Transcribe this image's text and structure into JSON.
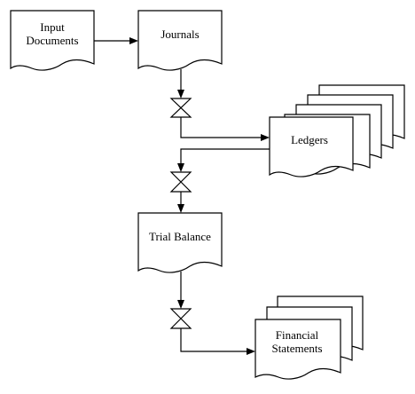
{
  "diagram": {
    "nodes": {
      "input_documents": {
        "line1": "Input",
        "line2": "Documents"
      },
      "journals": {
        "label": "Journals"
      },
      "ledgers": {
        "label": "Ledgers"
      },
      "trial_balance": {
        "label": "Trial Balance"
      },
      "financial_statements": {
        "line1": "Financial",
        "line2": "Statements"
      }
    },
    "edges": [
      {
        "from": "Input Documents",
        "to": "Journals"
      },
      {
        "from": "Journals",
        "to": "Ledgers"
      },
      {
        "from": "Ledgers",
        "to": "Trial Balance"
      },
      {
        "from": "Trial Balance",
        "to": "Financial Statements"
      }
    ]
  }
}
